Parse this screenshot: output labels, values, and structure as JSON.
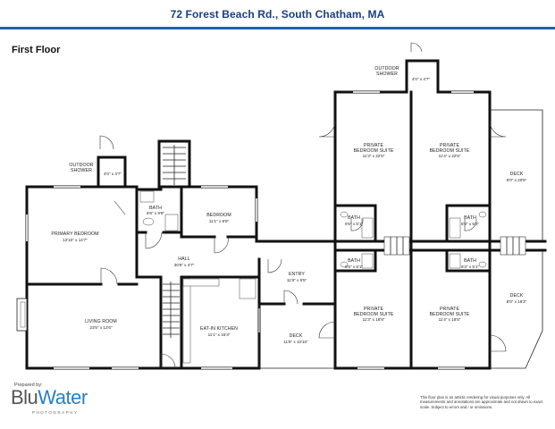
{
  "header": {
    "title": "72 Forest Beach Rd., South Chatham, MA",
    "accent_color": "#1f5fb5",
    "title_color": "#1c3f7a"
  },
  "floor_label": "First Floor",
  "rooms": {
    "outdoor_shower_left": {
      "name1": "OUTDOOR",
      "name2": "SHOWER",
      "dim": "4'0\" x 4'7\""
    },
    "outdoor_shower_right": {
      "name1": "OUTDOOR",
      "name2": "SHOWER",
      "dim": "4'0\" x 4'7\""
    },
    "primary_bedroom": {
      "name": "PRIMARY BEDROOM",
      "dim": "13'10\" x 14'7\""
    },
    "bath_main": {
      "name": "BATH",
      "dim": "6'8\" x 9'8\""
    },
    "bedroom": {
      "name": "BEDROOM",
      "dim": "11'1\" x 9'8\""
    },
    "hall": {
      "name": "HALL",
      "dim": "30'8\" x 4'7\""
    },
    "living_room": {
      "name": "LIVING ROOM",
      "dim": "23'5\" x 12'6\""
    },
    "eat_in_kitchen": {
      "name": "EAT-IN KITCHEN",
      "dim": "11'1\" x 15'3\""
    },
    "entry": {
      "name": "ENTRY",
      "dim": "11'8\" x 9'5\""
    },
    "deck_bottom": {
      "name": "DECK",
      "dim": "11'8\" x 10'10\""
    },
    "suite_tl": {
      "name1": "PRIVATE",
      "name2": "BEDROOM SUITE",
      "dim": "11'3\" x 22'6\""
    },
    "suite_tr": {
      "name1": "PRIVATE",
      "name2": "BEDROOM SUITE",
      "dim": "11'4\" x 22'6\""
    },
    "suite_bl": {
      "name1": "PRIVATE",
      "name2": "BEDROOM SUITE",
      "dim": "11'3\" x 18'8\""
    },
    "suite_br": {
      "name1": "PRIVATE",
      "name2": "BEDROOM SUITE",
      "dim": "11'4\" x 18'8\""
    },
    "bath_tl": {
      "name": "BATH",
      "dim": "6'5\" x 5'1\""
    },
    "bath_bl": {
      "name": "BATH",
      "dim": "6'5\" x 5'1\""
    },
    "bath_tr": {
      "name": "BATH",
      "dim": "6'3\" x 5'0\""
    },
    "bath_br": {
      "name": "BATH",
      "dim": "6'3\" x 5'1\""
    },
    "deck_right_top": {
      "name": "DECK",
      "dim": "8'0\" x 20'5\""
    },
    "deck_right_bottom": {
      "name": "DECK",
      "dim": "8'0\" x 19'2\""
    }
  },
  "logo": {
    "prepared_by": "Prepared by:",
    "brand_a": "Blu",
    "brand_b": "Water",
    "sub": "PHOTOGRAPHY",
    "color": "#2a7fc1"
  },
  "disclaimer": "This floor plan is an artistic rendering for visual purposes only. All measurements and annotations are approximate and not drawn to exact scale. Subject to errors and / or omissions."
}
